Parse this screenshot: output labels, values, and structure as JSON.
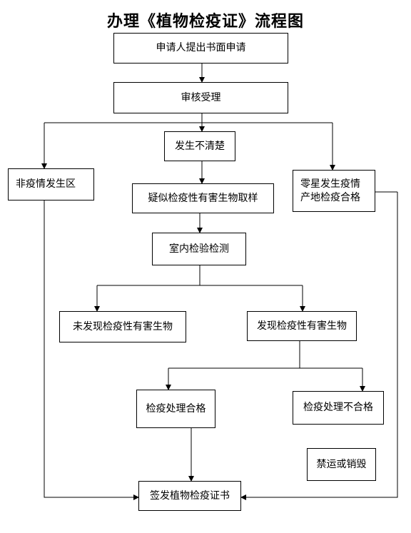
{
  "title": "办理《植物检疫证》流程图",
  "nodes": {
    "apply": "申请人提出书面申请",
    "review": "审核受理",
    "unclear": "发生不清楚",
    "non_epidemic": "非疫情发生区",
    "sporadic_line1": "零星发生疫情",
    "sporadic_line2": "产地检疫合格",
    "sampling": "疑似检疫性有害生物取样",
    "lab_test": "室内检验检测",
    "not_found": "未发现检疫性有害生物",
    "found": "发现检疫性有害生物",
    "treat_pass": "检疫处理合格",
    "treat_fail": "检疫处理不合格",
    "ban_destroy": "禁运或销毁",
    "issue_cert": "签发植物检疫证书"
  }
}
